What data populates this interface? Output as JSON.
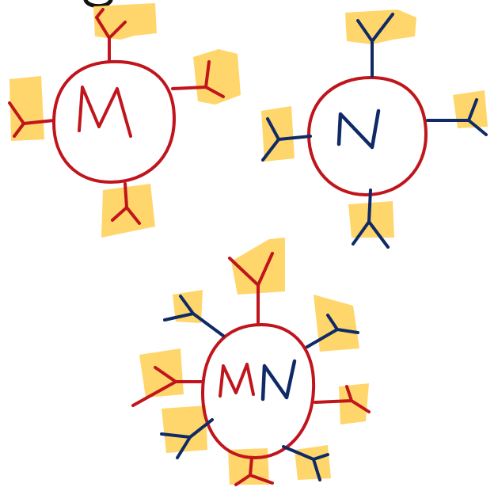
{
  "colors": {
    "background": "#ffffff",
    "red_ink": "#c0151c",
    "blue_ink": "#0f2a66",
    "highlight": "#ffd66b",
    "black_ink": "#111111"
  },
  "cells": [
    {
      "label": "M",
      "label_color": "red_ink",
      "receptors": [
        "red",
        "red",
        "red",
        "red"
      ]
    },
    {
      "label": "N",
      "label_color": "blue_ink",
      "receptors": [
        "blue",
        "blue",
        "blue",
        "blue"
      ]
    },
    {
      "label": "MN",
      "label_color": "mixed",
      "receptors": [
        "red",
        "blue",
        "red",
        "red",
        "blue",
        "red",
        "blue",
        "blue"
      ]
    }
  ],
  "cell_labels": {
    "m_cell": "M",
    "n_cell": "N",
    "mn_m": "M",
    "mn_n": "N"
  }
}
